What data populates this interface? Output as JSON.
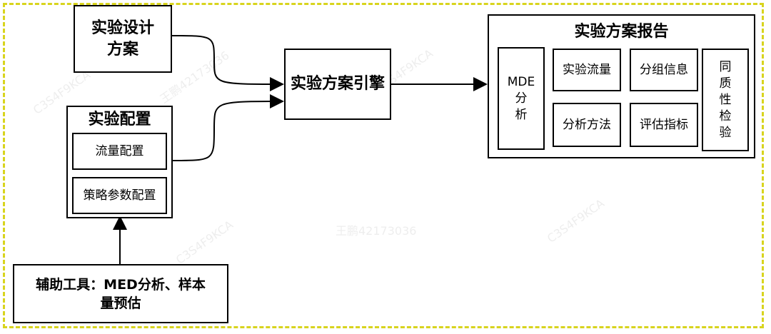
{
  "nodes": {
    "design_plan": "实验设计\n方案",
    "config": {
      "title": "实验配置",
      "traffic": "流量配置",
      "strategy": "策略参数配置"
    },
    "engine": "实验方案引擎",
    "tool": "辅助工具：MED分析、样本\n量预估",
    "report": {
      "title": "实验方案报告",
      "mde": "MDE\n分\n析",
      "flow": "实验流量",
      "group": "分组信息",
      "method": "分析方法",
      "metrics": "评估指标",
      "homogeneity": "同\n质\n性\n检\n验"
    }
  },
  "colors": {
    "frame": "#d8d41e",
    "stroke": "#000000"
  }
}
